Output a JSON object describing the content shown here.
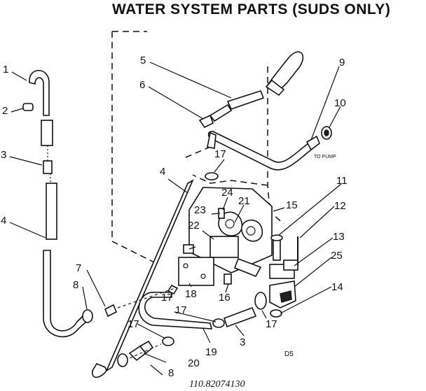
{
  "title": "WATER SYSTEM PARTS (SUDS ONLY)",
  "part_numbers": [
    "1",
    "2",
    "3",
    "4",
    "4",
    "5",
    "6",
    "7",
    "8",
    "8",
    "9",
    "10",
    "11",
    "12",
    "13",
    "14",
    "15",
    "16",
    "17",
    "17",
    "17",
    "17",
    "17",
    "18",
    "19",
    "20",
    "21",
    "22",
    "23",
    "24",
    "25",
    "3"
  ],
  "labels": {
    "to_pump": "TO PUMP",
    "figure_code": "D5",
    "handwritten_note": "110.82074130"
  }
}
